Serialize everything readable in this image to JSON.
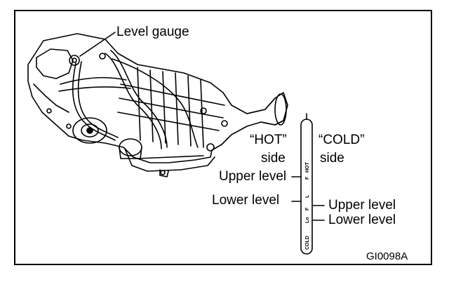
{
  "labels": {
    "level_gauge": "Level gauge",
    "hot_side_line1": "“HOT”",
    "hot_side_line2": "side",
    "cold_side_line1": "“COLD”",
    "cold_side_line2": "side",
    "hot_upper": "Upper level",
    "hot_lower": "Lower level",
    "cold_upper": "Upper level",
    "cold_lower": "Lower level",
    "figure_code": "GI0098A"
  },
  "gauge_markings": {
    "hot": "HOT",
    "hot_f": "F",
    "hot_l": "L",
    "cold": "COLD",
    "cold_lo": "Lo",
    "cold_f": "F"
  }
}
